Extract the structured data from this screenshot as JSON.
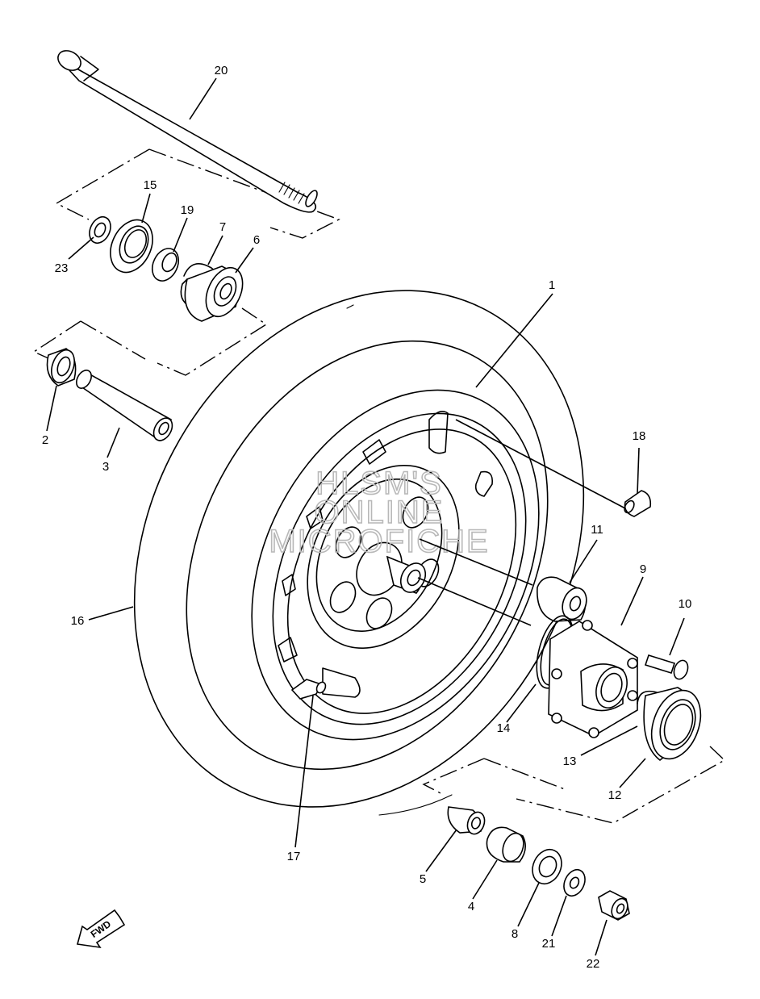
{
  "watermark": [
    "HLSM'S",
    "ONLINE",
    "MICROFICHE"
  ],
  "direction_label": "FWD",
  "callouts": [
    "1",
    "2",
    "3",
    "4",
    "5",
    "6",
    "7",
    "8",
    "9",
    "10",
    "11",
    "12",
    "13",
    "14",
    "15",
    "16",
    "17",
    "18",
    "19",
    "20",
    "21",
    "22",
    "23"
  ]
}
